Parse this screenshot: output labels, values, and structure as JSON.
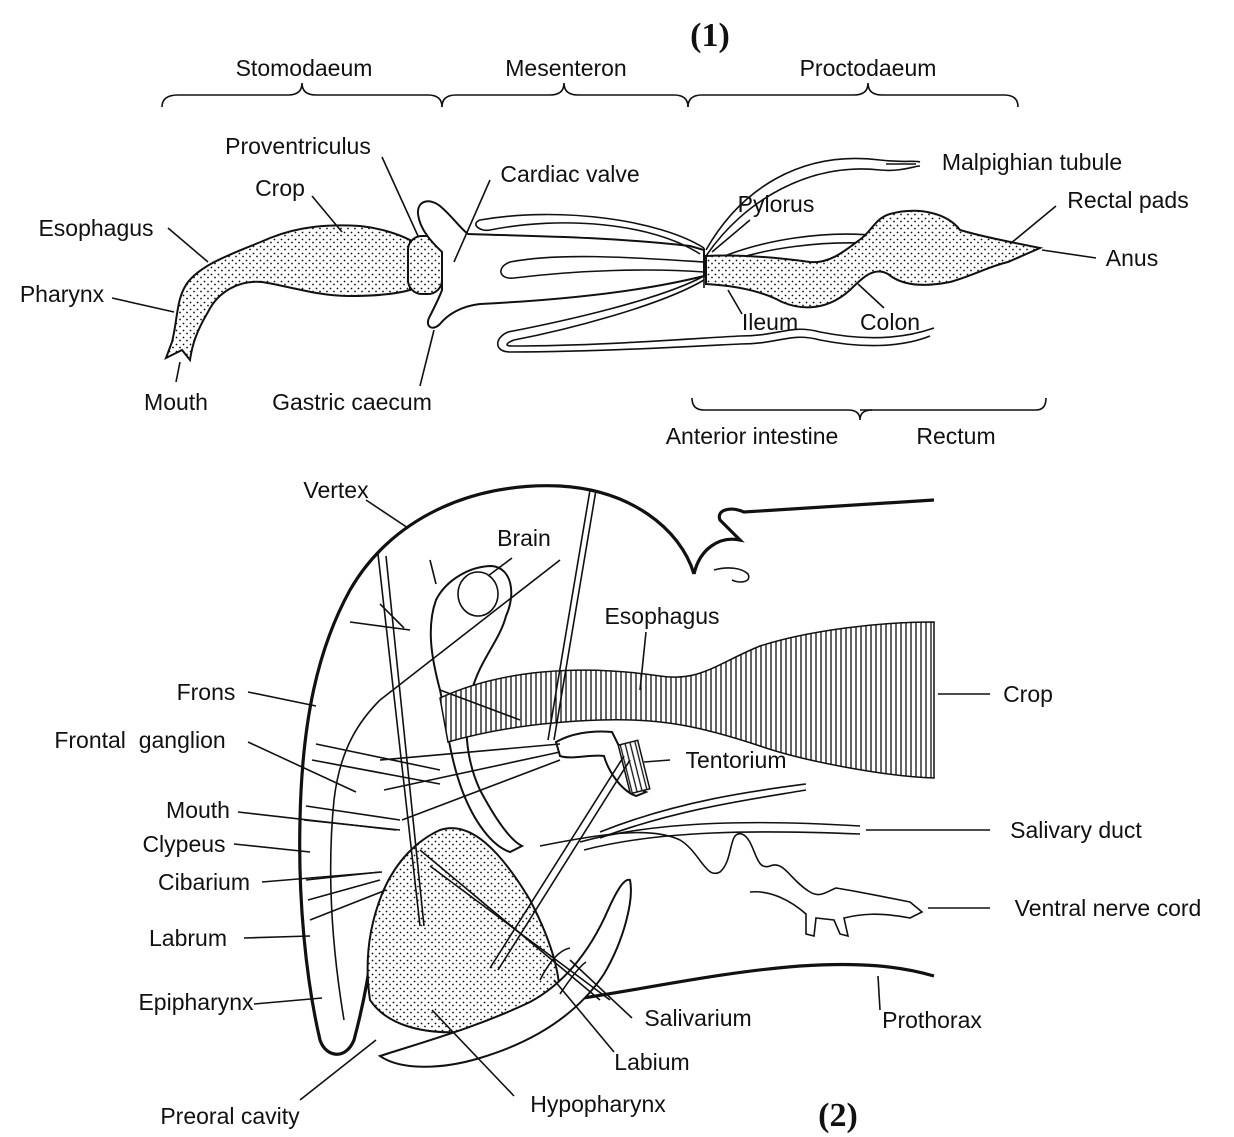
{
  "figure1": {
    "number": "(1)",
    "regions": {
      "stomodaeum": "Stomodaeum",
      "mesenteron": "Mesenteron",
      "proctodaeum": "Proctodaeum"
    },
    "labels": {
      "proventriculus": "Proventriculus",
      "crop": "Crop",
      "esophagus": "Esophagus",
      "pharynx": "Pharynx",
      "mouth": "Mouth",
      "gastric_caecum": "Gastric caecum",
      "cardiac_valve": "Cardiac valve",
      "malpighian_tubule": "Malpighian tubule",
      "pylorus": "Pylorus",
      "rectal_pads": "Rectal pads",
      "anus": "Anus",
      "ileum": "Ileum",
      "colon": "Colon",
      "anterior_intestine": "Anterior intestine",
      "rectum": "Rectum"
    }
  },
  "figure2": {
    "number": "(2)",
    "labels": {
      "vertex": "Vertex",
      "brain": "Brain",
      "esophagus": "Esophagus",
      "frons": "Frons",
      "crop": "Crop",
      "frontal_ganglion": "Frontal  ganglion",
      "tentorium": "Tentorium",
      "mouth": "Mouth",
      "clypeus": "Clypeus",
      "salivary_duct": "Salivary duct",
      "cibarium": "Cibarium",
      "ventral_nerve_cord": "Ventral nerve cord",
      "labrum": "Labrum",
      "epipharynx": "Epipharynx",
      "salivarium": "Salivarium",
      "prothorax": "Prothorax",
      "labium": "Labium",
      "preoral_cavity": "Preoral cavity",
      "hypopharynx": "Hypopharynx"
    }
  }
}
